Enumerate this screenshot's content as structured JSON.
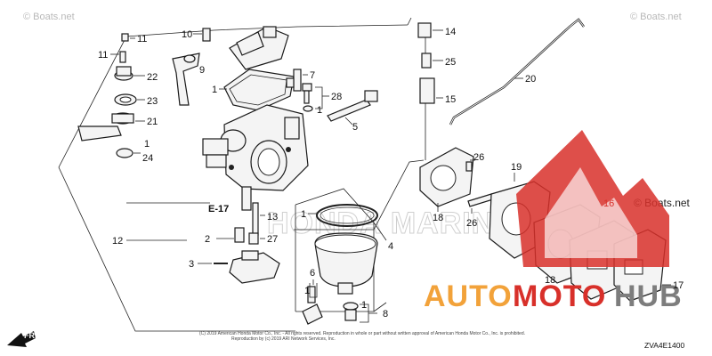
{
  "diagram": {
    "callouts": [
      {
        "id": "c10",
        "text": "10"
      },
      {
        "id": "c11a",
        "text": "11"
      },
      {
        "id": "c11b",
        "text": "11"
      },
      {
        "id": "c22",
        "text": "22"
      },
      {
        "id": "c23",
        "text": "23"
      },
      {
        "id": "c21",
        "text": "21"
      },
      {
        "id": "c1a",
        "text": "1"
      },
      {
        "id": "c24",
        "text": "24"
      },
      {
        "id": "c9",
        "text": "9"
      },
      {
        "id": "c1b",
        "text": "1"
      },
      {
        "id": "c7",
        "text": "7"
      },
      {
        "id": "c28",
        "text": "28"
      },
      {
        "id": "c1c",
        "text": "1"
      },
      {
        "id": "c5",
        "text": "5"
      },
      {
        "id": "c14",
        "text": "14"
      },
      {
        "id": "c25",
        "text": "25"
      },
      {
        "id": "c15",
        "text": "15"
      },
      {
        "id": "c20",
        "text": "20"
      },
      {
        "id": "c26a",
        "text": "26"
      },
      {
        "id": "c19",
        "text": "19"
      },
      {
        "id": "c16",
        "text": "16"
      },
      {
        "id": "c18a",
        "text": "18"
      },
      {
        "id": "c26b",
        "text": "26"
      },
      {
        "id": "c18b",
        "text": "18"
      },
      {
        "id": "c17",
        "text": "17"
      },
      {
        "id": "ce17",
        "text": "E-17"
      },
      {
        "id": "c13",
        "text": "13"
      },
      {
        "id": "c2",
        "text": "2"
      },
      {
        "id": "c27",
        "text": "27"
      },
      {
        "id": "c1d",
        "text": "1"
      },
      {
        "id": "c4",
        "text": "4"
      },
      {
        "id": "c12",
        "text": "12"
      },
      {
        "id": "c3",
        "text": "3"
      },
      {
        "id": "c6",
        "text": "6"
      },
      {
        "id": "c1e",
        "text": "1"
      },
      {
        "id": "c1f",
        "text": "1"
      },
      {
        "id": "c8",
        "text": "8"
      }
    ],
    "diagram_code": "ZVA4E1400",
    "front_marker": "FR.",
    "copyright_line": "(C) 2019 American Honda Motor Co., Inc. - All rights reserved. Reproduction in whole or part without written approval of American Honda Motor Co., Inc. is prohibited.",
    "copyright_line2": "Reproduction by (c) 2019 ARI Network Services, Inc.",
    "watermarks": [
      "© Boats.net",
      "© Boats.net",
      "© Boats.net"
    ],
    "brand_watermark": "HONDA MARINE",
    "logo_text_a": "AUTO",
    "logo_text_b": "MOTO",
    "logo_text_c": "HUB",
    "colors": {
      "logo_orange": "#f2a23a",
      "logo_red": "#d8302a",
      "logo_gray": "#7d7d7d"
    }
  }
}
